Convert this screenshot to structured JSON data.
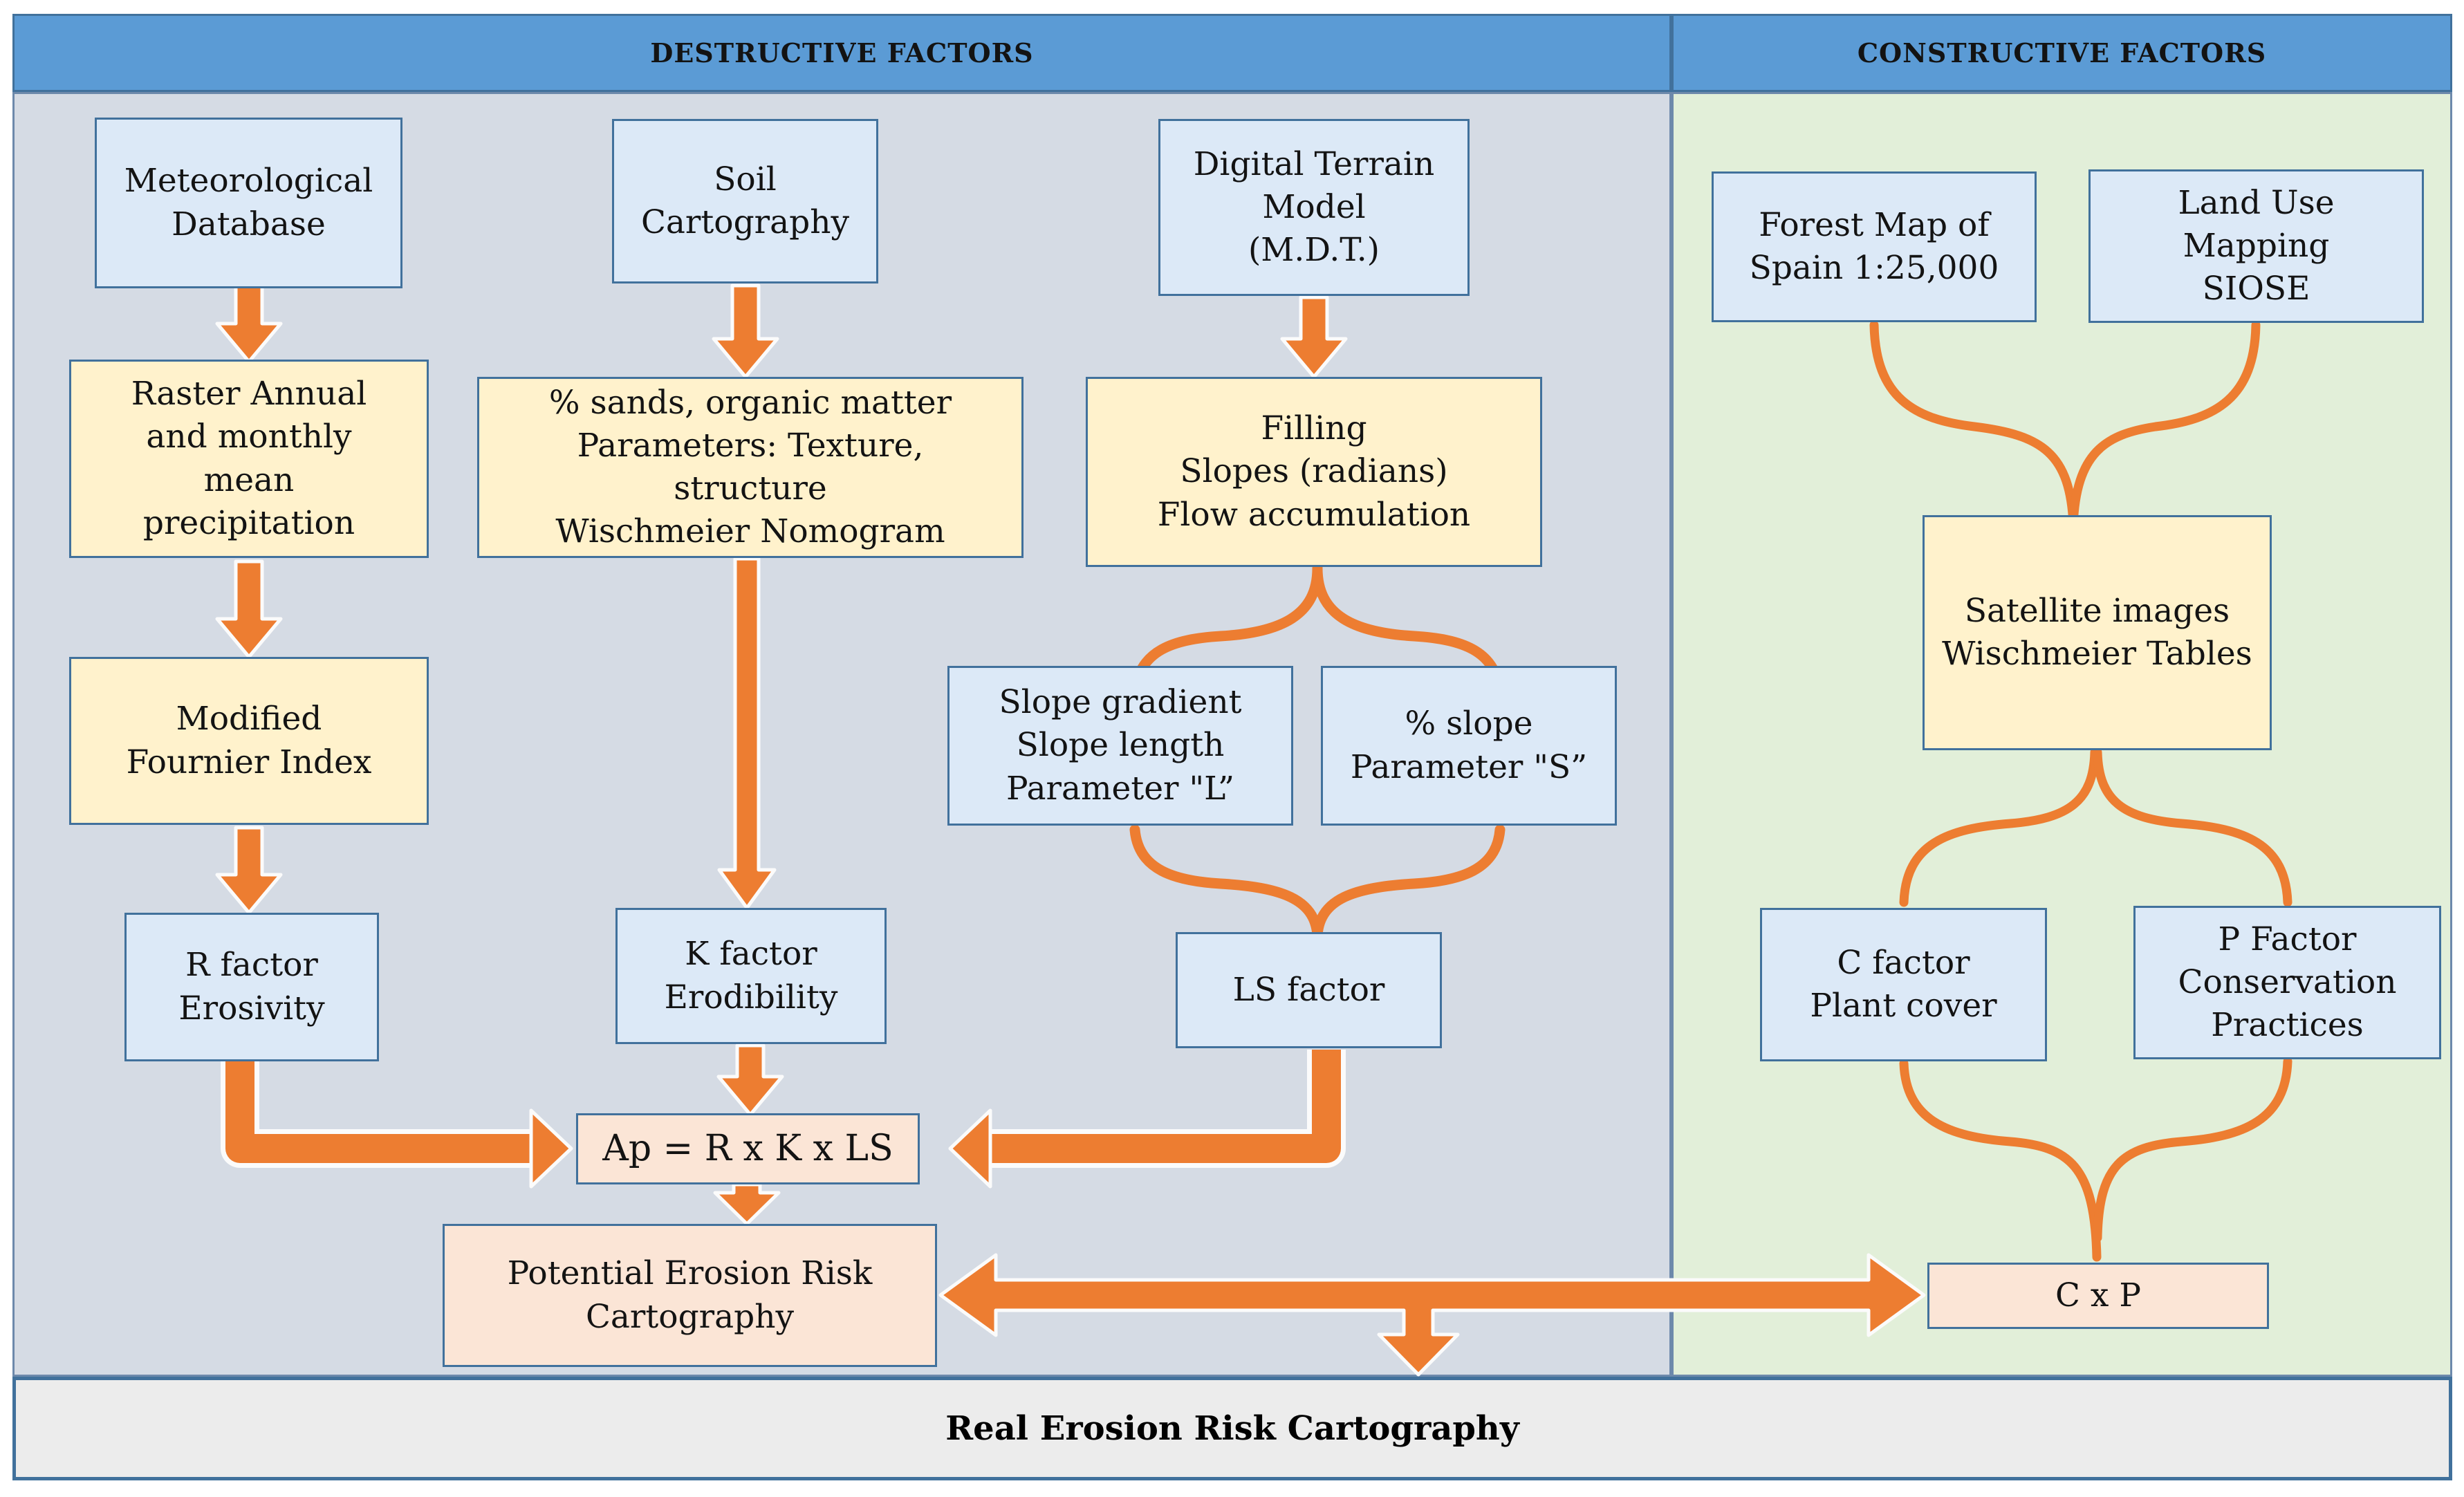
{
  "header": {
    "destructive": "DESTRUCTIVE FACTORS",
    "constructive": "CONSTRUCTIVE FACTORS"
  },
  "destructive": {
    "meteorological_database": "Meteorological\nDatabase",
    "raster_precipitation": "Raster Annual\nand monthly\nmean\nprecipitation",
    "modified_fournier_index": "Modified\nFournier Index",
    "r_factor": "R factor\nErosivity",
    "soil_cartography": "Soil\nCartography",
    "soil_parameters": "% sands, organic matter\nParameters: Texture,\nstructure\nWischmeier Nomogram",
    "k_factor": "K factor\nErodibility",
    "digital_terrain_model": "Digital Terrain\nModel\n(M.D.T.)",
    "dtm_processing": "Filling\nSlopes (radians)\nFlow accumulation",
    "slope_l": "Slope gradient\nSlope length\nParameter \"L”",
    "slope_s": "% slope\nParameter \"S”",
    "ls_factor": "LS factor",
    "ap_formula": "Ap = R x K x LS",
    "potential_erosion": "Potential Erosion Risk\nCartography"
  },
  "constructive": {
    "forest_map": "Forest Map of\nSpain 1:25,000",
    "land_use": "Land Use\nMapping\nSIOSE",
    "satellite": "Satellite images\nWischmeier Tables",
    "c_factor": "C factor\nPlant cover",
    "p_factor": "P Factor\nConservation\nPractices",
    "c_x_p": "C x P"
  },
  "footer": {
    "real_erosion": "Real Erosion Risk Cartography"
  },
  "colors": {
    "orange": "#ED7D31",
    "header-blue": "#5B9BD5",
    "panel-left": "#D5DBE4",
    "panel-right": "#E2EFD9",
    "box-blue": "#DCE9F7",
    "box-yellow": "#FFF2CC",
    "box-peach": "#FBE5D6",
    "border-blue": "#41719C",
    "footer-bg": "#ECECEC"
  }
}
